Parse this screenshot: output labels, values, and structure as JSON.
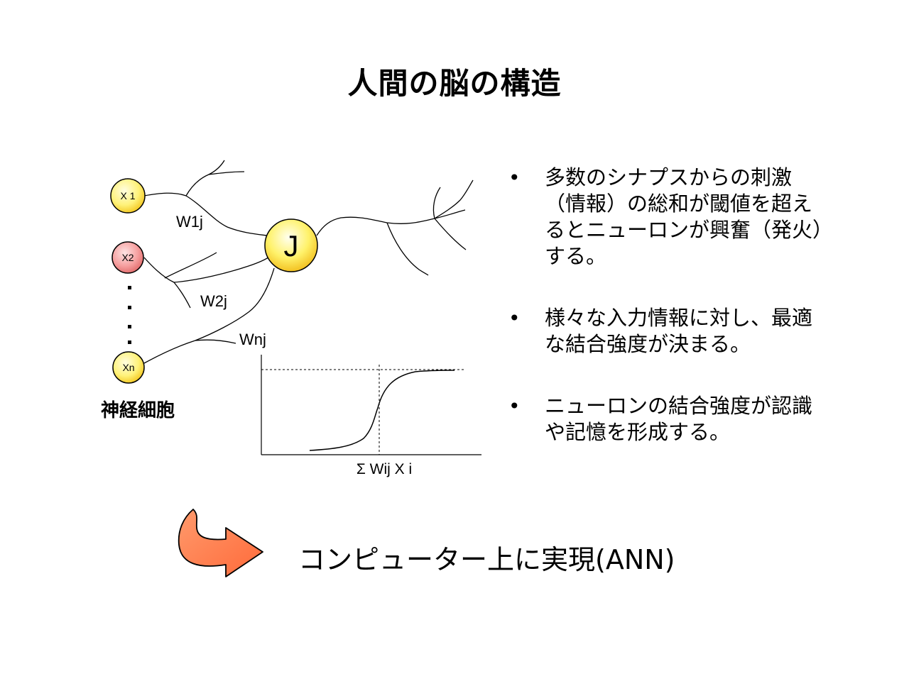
{
  "title": "人間の脳の構造",
  "diagram": {
    "inputs": [
      "X 1",
      "X2",
      "Xn"
    ],
    "neuron": "J",
    "weights": [
      "W1j",
      "W2j",
      "Wnj"
    ],
    "cell_label": "神経細胞",
    "graph_xlabel": "Σ Wij X i",
    "colors": {
      "input_yellow": "#fff27a",
      "input_red": "#f48b8b",
      "neuron_yellow": "#ffe94d",
      "arrow": "#ff7f50"
    }
  },
  "bullets": [
    "多数のシナプスからの刺激（情報）の総和が閾値を超えるとニューロンが興奮（発火）する。",
    "様々な入力情報に対し、最適な結合強度が決まる。",
    "ニューロンの結合強度が認識や記憶を形成する。"
  ],
  "conclusion": "コンピューター上に実現(ANN)"
}
